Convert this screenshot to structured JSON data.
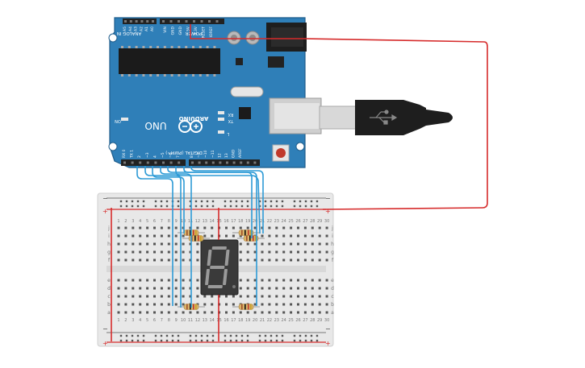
{
  "board": {
    "brand": "ARDUINO",
    "model": "UNO",
    "on_label": "ON",
    "tx_label": "TX",
    "rx_label": "RX",
    "l_label": "L",
    "analog_label": "ANALOG IN",
    "power_label": "POWER",
    "digital_label": "DIGITAL (PWM~)",
    "analog_pins": [
      "A5",
      "A4",
      "A3",
      "A2",
      "A1",
      "A0"
    ],
    "power_pins": [
      "VIN",
      "GND",
      "GND",
      "5V",
      "3.3V",
      "RESET",
      "IOREF"
    ],
    "digital_pins": [
      "RX 0",
      "TX 1",
      "2",
      "~3",
      "4",
      "~5",
      "~6",
      "7",
      "8",
      "~9",
      "~10",
      "~11",
      "12",
      "13",
      "GND",
      "AREF"
    ]
  },
  "breadboard": {
    "column_numbers": [
      "1",
      "2",
      "3",
      "4",
      "5",
      "6",
      "7",
      "8",
      "9",
      "10",
      "11",
      "12",
      "13",
      "14",
      "15",
      "16",
      "17",
      "18",
      "19",
      "20",
      "21",
      "22",
      "23",
      "24",
      "25",
      "26",
      "27",
      "28",
      "29",
      "30"
    ],
    "row_letters_top": [
      "j",
      "i",
      "h",
      "g",
      "f"
    ],
    "row_letters_bottom": [
      "e",
      "d",
      "c",
      "b",
      "a"
    ],
    "rail_plus": "+",
    "rail_minus": "−"
  },
  "display": {
    "digit": "8"
  },
  "colors": {
    "board": "#2f7fb8",
    "board_dark": "#1f5d8c",
    "wire_signal": "#2e9bd6",
    "wire_power": "#d62b2b",
    "breadboard": "#e6e6e6",
    "display_body": "#3a3a3a"
  }
}
